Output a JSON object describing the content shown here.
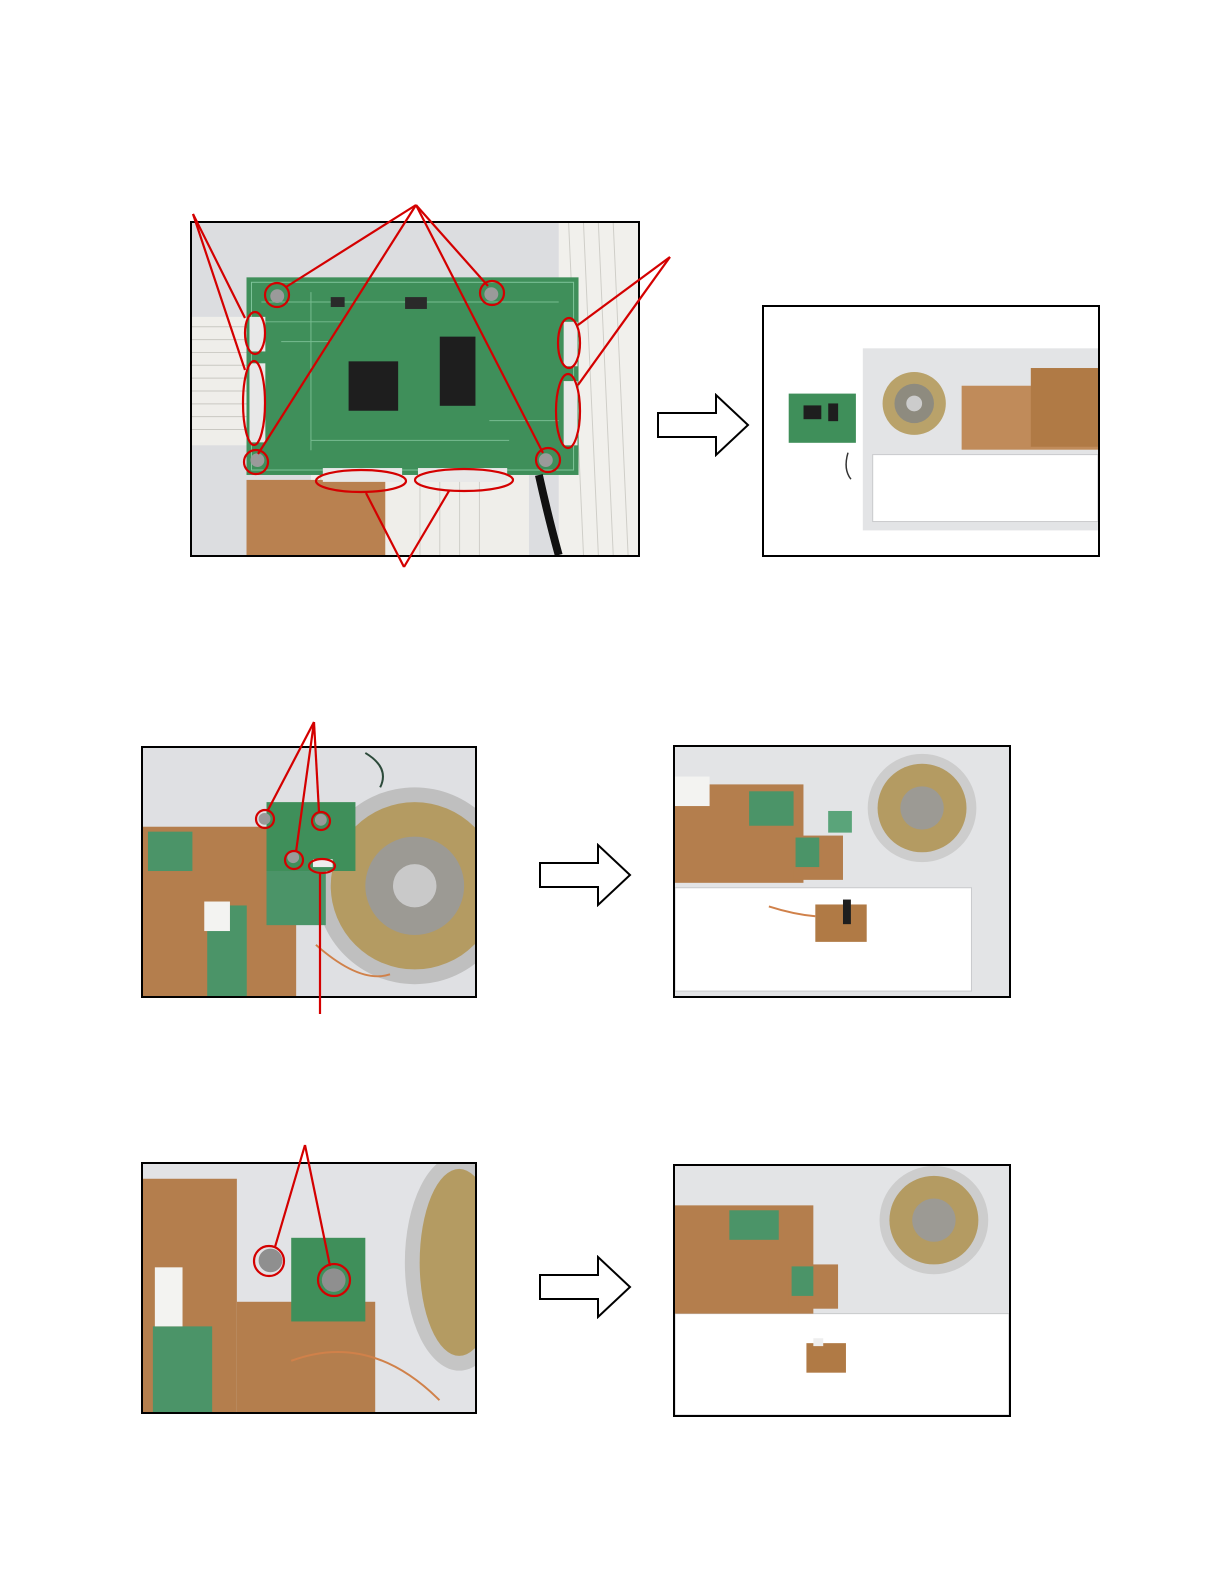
{
  "document": {
    "type": "disassembly-procedure-page",
    "steps": [
      {
        "before_photo": "main-pcb-screws-and-connectors",
        "after_photo": "main-pcb-removed"
      },
      {
        "before_photo": "small-pcb-three-screws-and-connector",
        "after_photo": "small-pcb-removed"
      },
      {
        "before_photo": "small-pcb-two-screws",
        "after_photo": "small-pcb-removed"
      }
    ],
    "colors": {
      "callout": "#d40000",
      "pcb_green": "#3f8f5a",
      "pcb_brown": "#b07a45",
      "case_gray": "#e3e4e6",
      "ribbon": "#f1f1ef",
      "speaker": "#b9a26a"
    },
    "icons": [
      "arrow-right-icon"
    ]
  }
}
